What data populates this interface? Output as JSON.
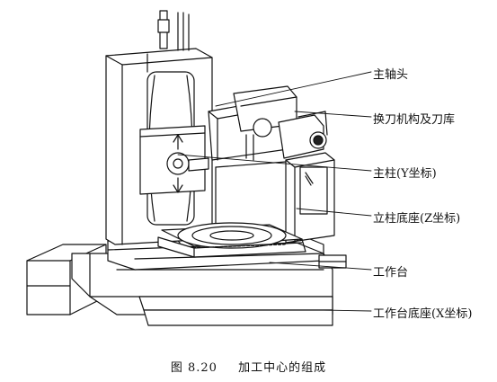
{
  "diagram": {
    "labels": {
      "spindle_head": "主轴头",
      "tool_changer": "换刀机构及刀库",
      "column": "主柱(Y坐标)",
      "column_base": "立柱底座(Z坐标)",
      "worktable": "工作台",
      "worktable_base": "工作台底座(X坐标)"
    }
  },
  "caption": {
    "number": "图 8.20",
    "title": "加工中心的组成"
  }
}
